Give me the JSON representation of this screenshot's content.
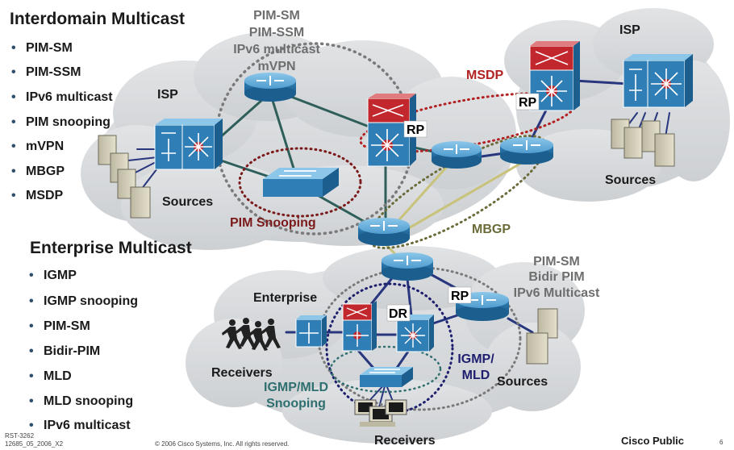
{
  "colors": {
    "cloud": "#d6d9dc",
    "cloud_edge": "#c4c7ca",
    "router_blue": "#2f7fb6",
    "router_light": "#6fb2dc",
    "firewall_red": "#c1272d",
    "link_dark": "#2f4f4f",
    "link_blue": "#28367d",
    "link_olive": "#c8c27a",
    "msdp_red": "#b22222",
    "mbgp_olive": "#6b6b3a",
    "pim_gray": "#7a7a7a",
    "snoop_maroon": "#7b1a1a",
    "navy": "#1e1e6e",
    "teal_text": "#2f6f6f"
  },
  "interdomain": {
    "title": "Interdomain Multicast",
    "items": [
      "PIM-SM",
      "PIM-SSM",
      "IPv6 multicast",
      "PIM snooping",
      "mVPN",
      "MBGP",
      "MSDP"
    ]
  },
  "enterprise_list": {
    "title": "Enterprise Multicast",
    "items": [
      "IGMP",
      "IGMP snooping",
      "PIM-SM",
      "Bidir-PIM",
      "MLD",
      "MLD snooping",
      "IPv6 multicast"
    ]
  },
  "labels": {
    "isp_left": "ISP",
    "isp_right": "ISP",
    "sources_left": "Sources",
    "sources_right": "Sources",
    "sources_enterprise": "Sources",
    "pim_group": [
      "PIM-SM",
      "PIM-SSM",
      "IPv6 multicast",
      "mVPN"
    ],
    "msdp": "MSDP",
    "rp_top_center": "RP",
    "rp_top_right": "RP",
    "rp_enterprise": "RP",
    "dr": "DR",
    "pim_snooping": "PIM Snooping",
    "mbgp": "MBGP",
    "enterprise": "Enterprise",
    "receivers_left": "Receivers",
    "receivers_bottom": "Receivers",
    "pim_enterprise": [
      "PIM-SM",
      "Bidir PIM",
      "IPv6 Multicast"
    ],
    "igmp_mld": [
      "IGMP/",
      "MLD"
    ],
    "igmp_mld_snooping": [
      "IGMP/MLD",
      "Snooping"
    ]
  },
  "footer": {
    "doc_id_1": "RST-3262",
    "doc_id_2": "12685_05_2006_X2",
    "copyright": "© 2006 Cisco Systems, Inc. All rights reserved.",
    "classification": "Cisco Public",
    "page": "6"
  }
}
